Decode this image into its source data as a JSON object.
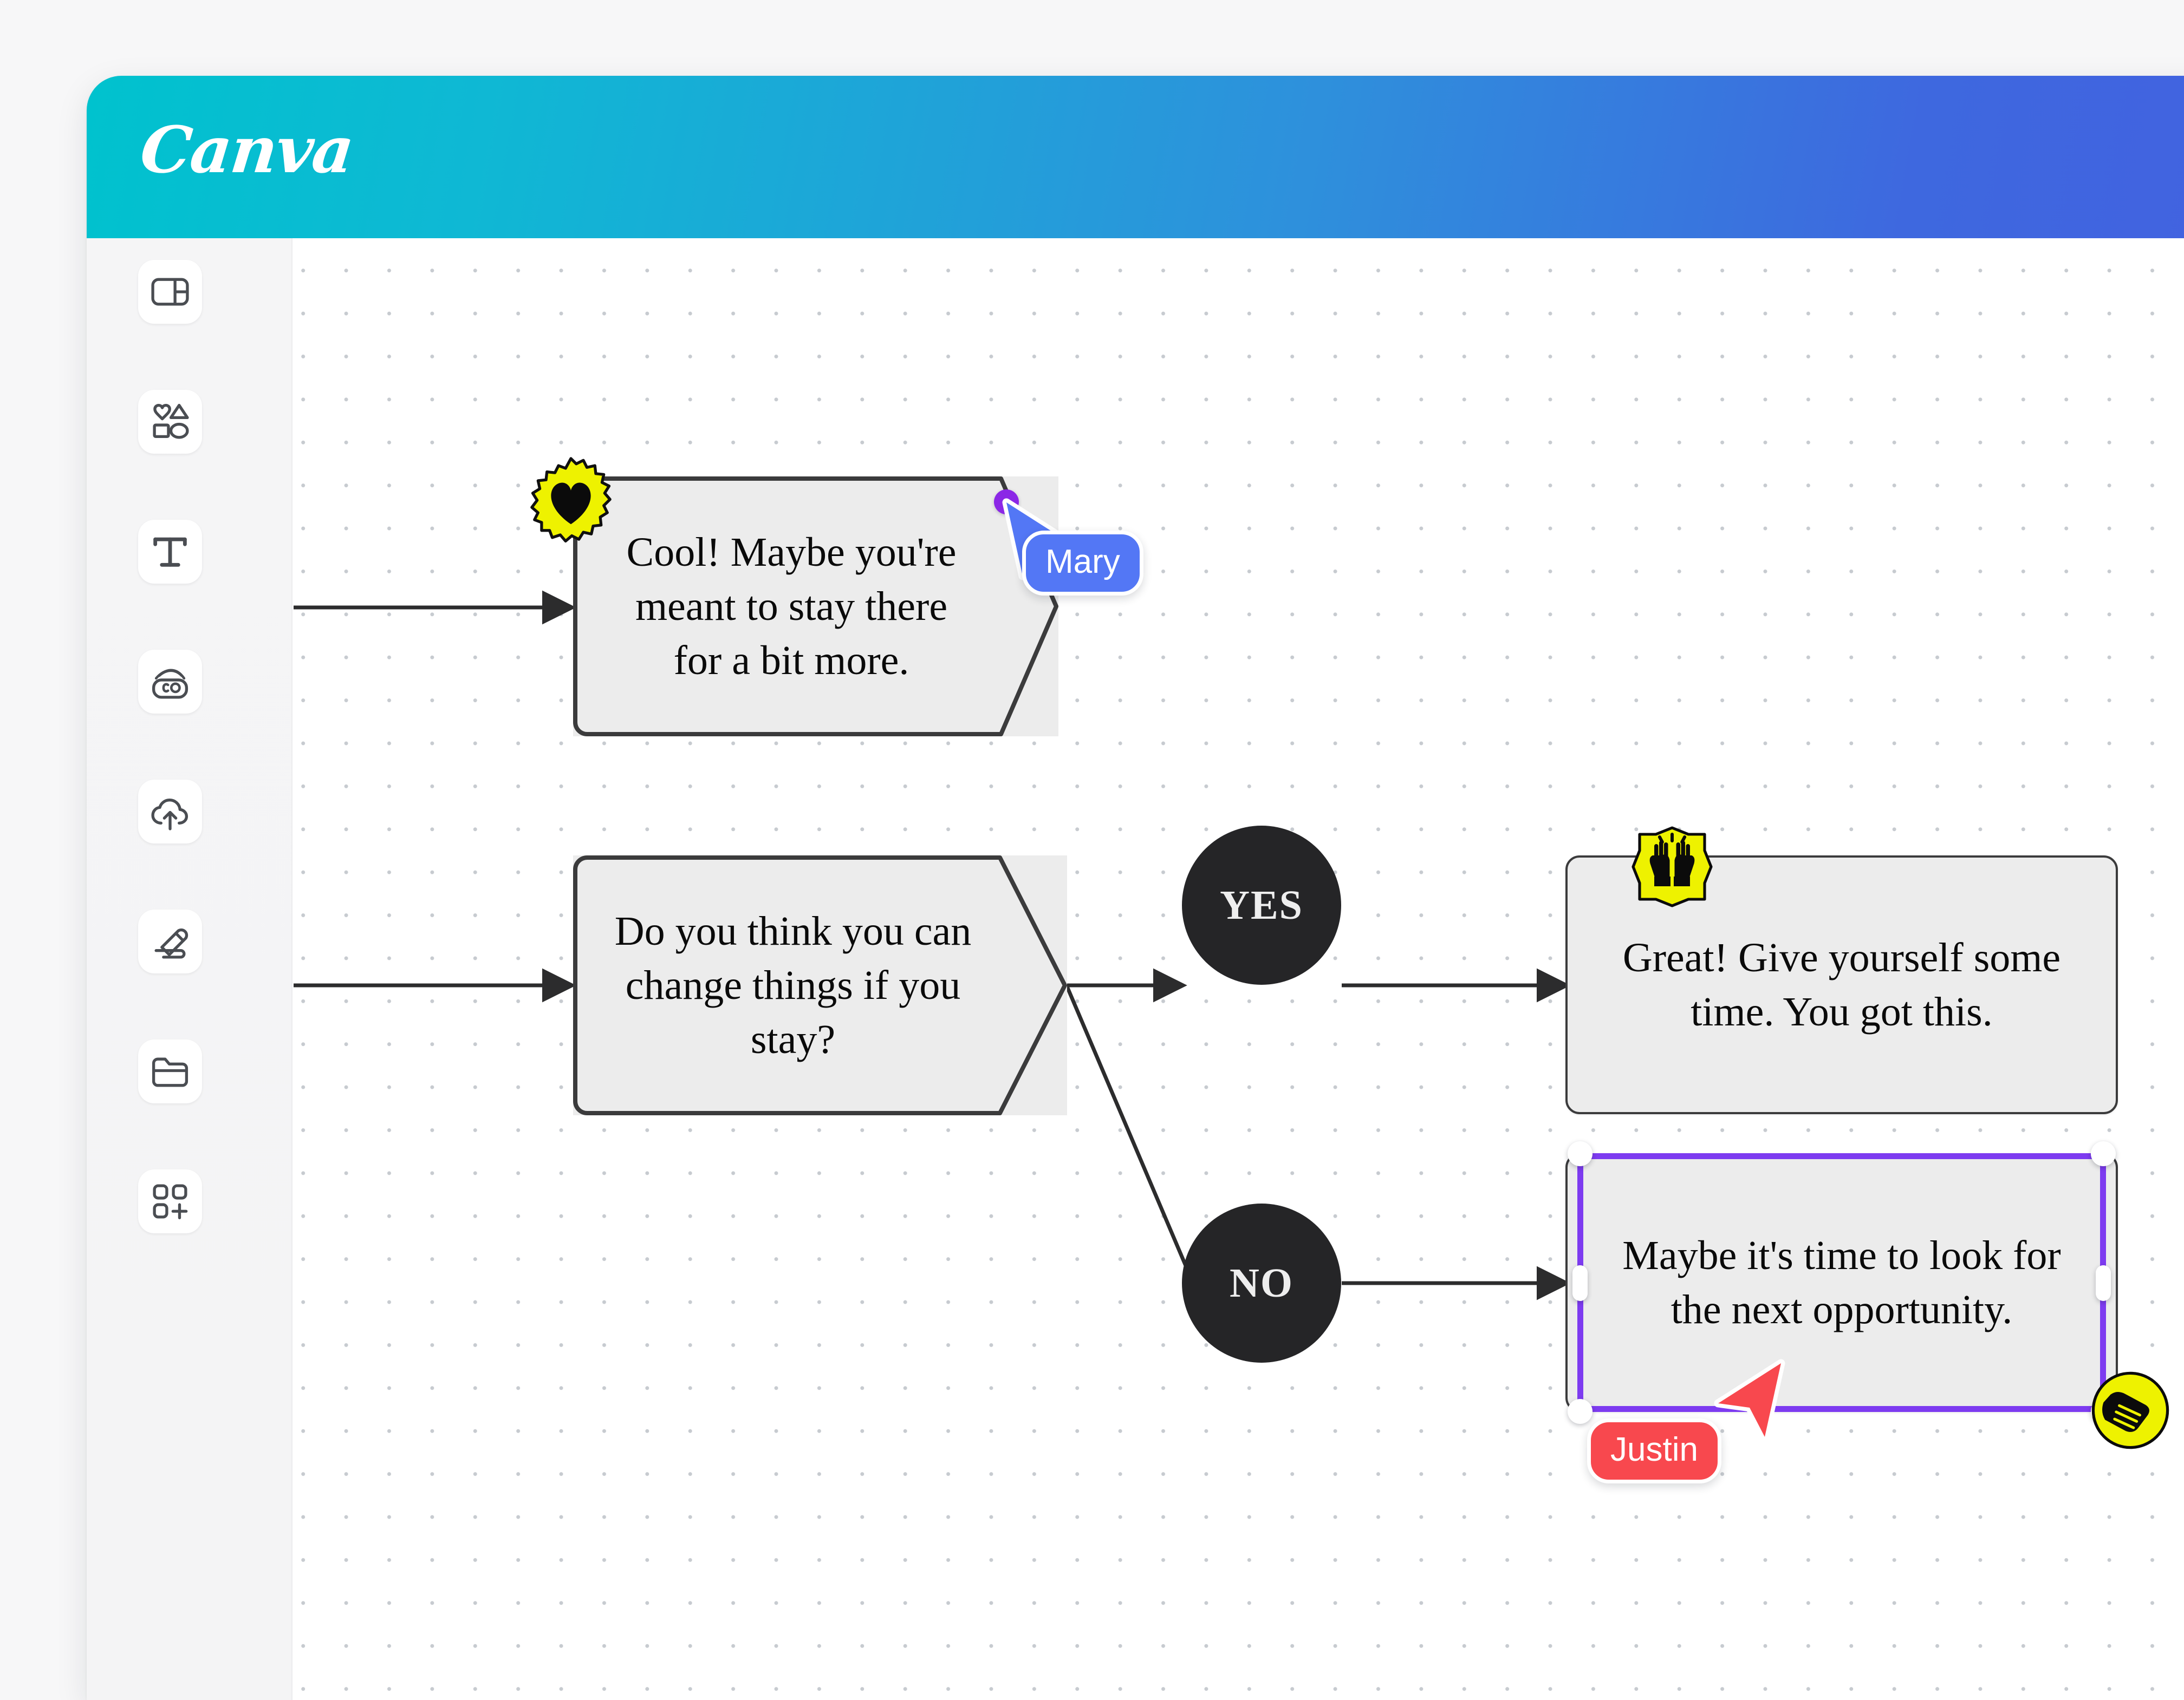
{
  "app": {
    "name": "Canva",
    "logo_text": "Canva",
    "header_gradient_start": "#00C2CE",
    "header_gradient_end": "#4361E0"
  },
  "sidebar": {
    "items": [
      {
        "id": "design",
        "icon": "layout-panel-icon",
        "label": "Design"
      },
      {
        "id": "elements",
        "icon": "shapes-icon",
        "label": "Elements"
      },
      {
        "id": "text",
        "icon": "text-t-icon",
        "label": "Text"
      },
      {
        "id": "brand",
        "icon": "brand-co-icon",
        "label": "Brand"
      },
      {
        "id": "uploads",
        "icon": "cloud-upload-icon",
        "label": "Uploads"
      },
      {
        "id": "draw",
        "icon": "pen-draw-icon",
        "label": "Draw"
      },
      {
        "id": "projects",
        "icon": "folder-icon",
        "label": "Projects"
      },
      {
        "id": "apps",
        "icon": "apps-grid-plus-icon",
        "label": "Apps"
      }
    ]
  },
  "canvas": {
    "background": "#ffffff",
    "dot_color": "#c7cbd0",
    "nodes": [
      {
        "id": "n1",
        "shape": "rounded-rect",
        "text": "Cool! Maybe you're meant to stay there for a bit more."
      },
      {
        "id": "n2",
        "shape": "pentagon-arrow",
        "text": "Do you think you can change things if you stay?"
      },
      {
        "id": "yes",
        "shape": "circle",
        "text": "YES"
      },
      {
        "id": "no",
        "shape": "circle",
        "text": "NO"
      },
      {
        "id": "n3",
        "shape": "rounded-rect",
        "text": "Great! Give yourself some time. You got this."
      },
      {
        "id": "n4",
        "shape": "rounded-rect",
        "text": "Maybe it's time to look for the next opportunity.",
        "selected": true
      }
    ],
    "node_fill": "#ececec",
    "node_stroke": "#3b3b3c",
    "circle_fill": "#252527"
  },
  "stickers": [
    {
      "id": "s1",
      "emoji": "❤",
      "name": "heart-sticker",
      "shape": "starburst",
      "color": "#EEF200"
    },
    {
      "id": "s2",
      "emoji": "🙌",
      "name": "raised-hands-sticker",
      "shape": "octagon",
      "color": "#EEF200"
    },
    {
      "id": "s3",
      "emoji": "✊",
      "name": "fist-bump-sticker",
      "shape": "circle",
      "color": "#EEF200"
    }
  ],
  "collaborators": [
    {
      "name": "Mary",
      "color": "#5377F5",
      "cursor": "pointer-up-right"
    },
    {
      "name": "Justin",
      "color": "#F8484E",
      "cursor": "pointer-down-left"
    }
  ],
  "selection": {
    "color": "#7D3BF0",
    "handle_color": "#ffffff",
    "anchor_dot_color": "#8B27E6"
  }
}
